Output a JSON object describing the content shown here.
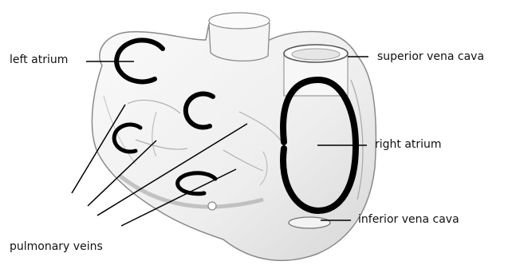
{
  "diagram": {
    "labels": {
      "left_atrium": "left atrium",
      "superior_vena_cava": "superior vena cava",
      "right_atrium": "right atrium",
      "inferior_vena_cava": "inferior vena cava",
      "pulmonary_veins": "pulmonary veins"
    },
    "colors": {
      "outline": "#111111",
      "heart_fill": "#f1f1f1",
      "shading": "#cfcfcf",
      "marker": "#000000"
    }
  }
}
